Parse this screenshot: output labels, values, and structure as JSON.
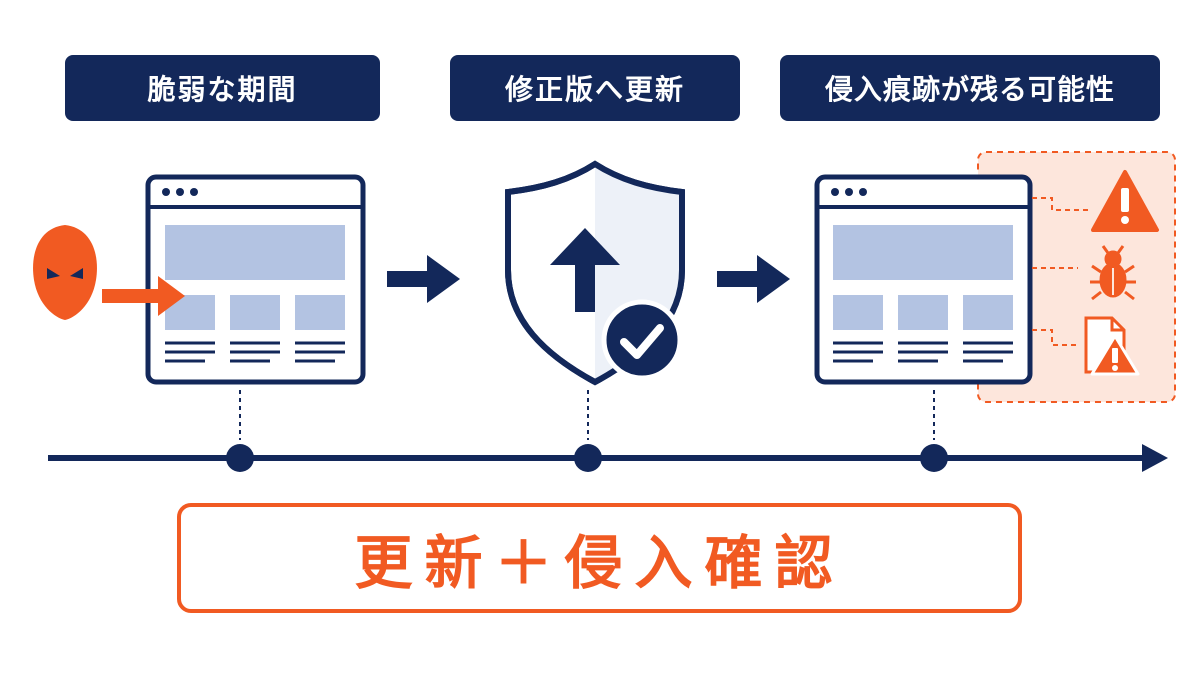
{
  "stages": [
    {
      "label": "脆弱な期間"
    },
    {
      "label": "修正版へ更新"
    },
    {
      "label": "侵入痕跡が残る可能性"
    }
  ],
  "summary": "更新＋侵入確認",
  "icons": {
    "attacker": "hooded-attacker-icon",
    "shield": "shield-upload-check-icon",
    "evidence": [
      "warning-icon",
      "bug-icon",
      "alert-file-icon"
    ]
  },
  "colors": {
    "navy": "#13285a",
    "orange": "#f15a22",
    "placeholder": "#b3c3e2",
    "evidence_bg": "#fde6dc"
  }
}
